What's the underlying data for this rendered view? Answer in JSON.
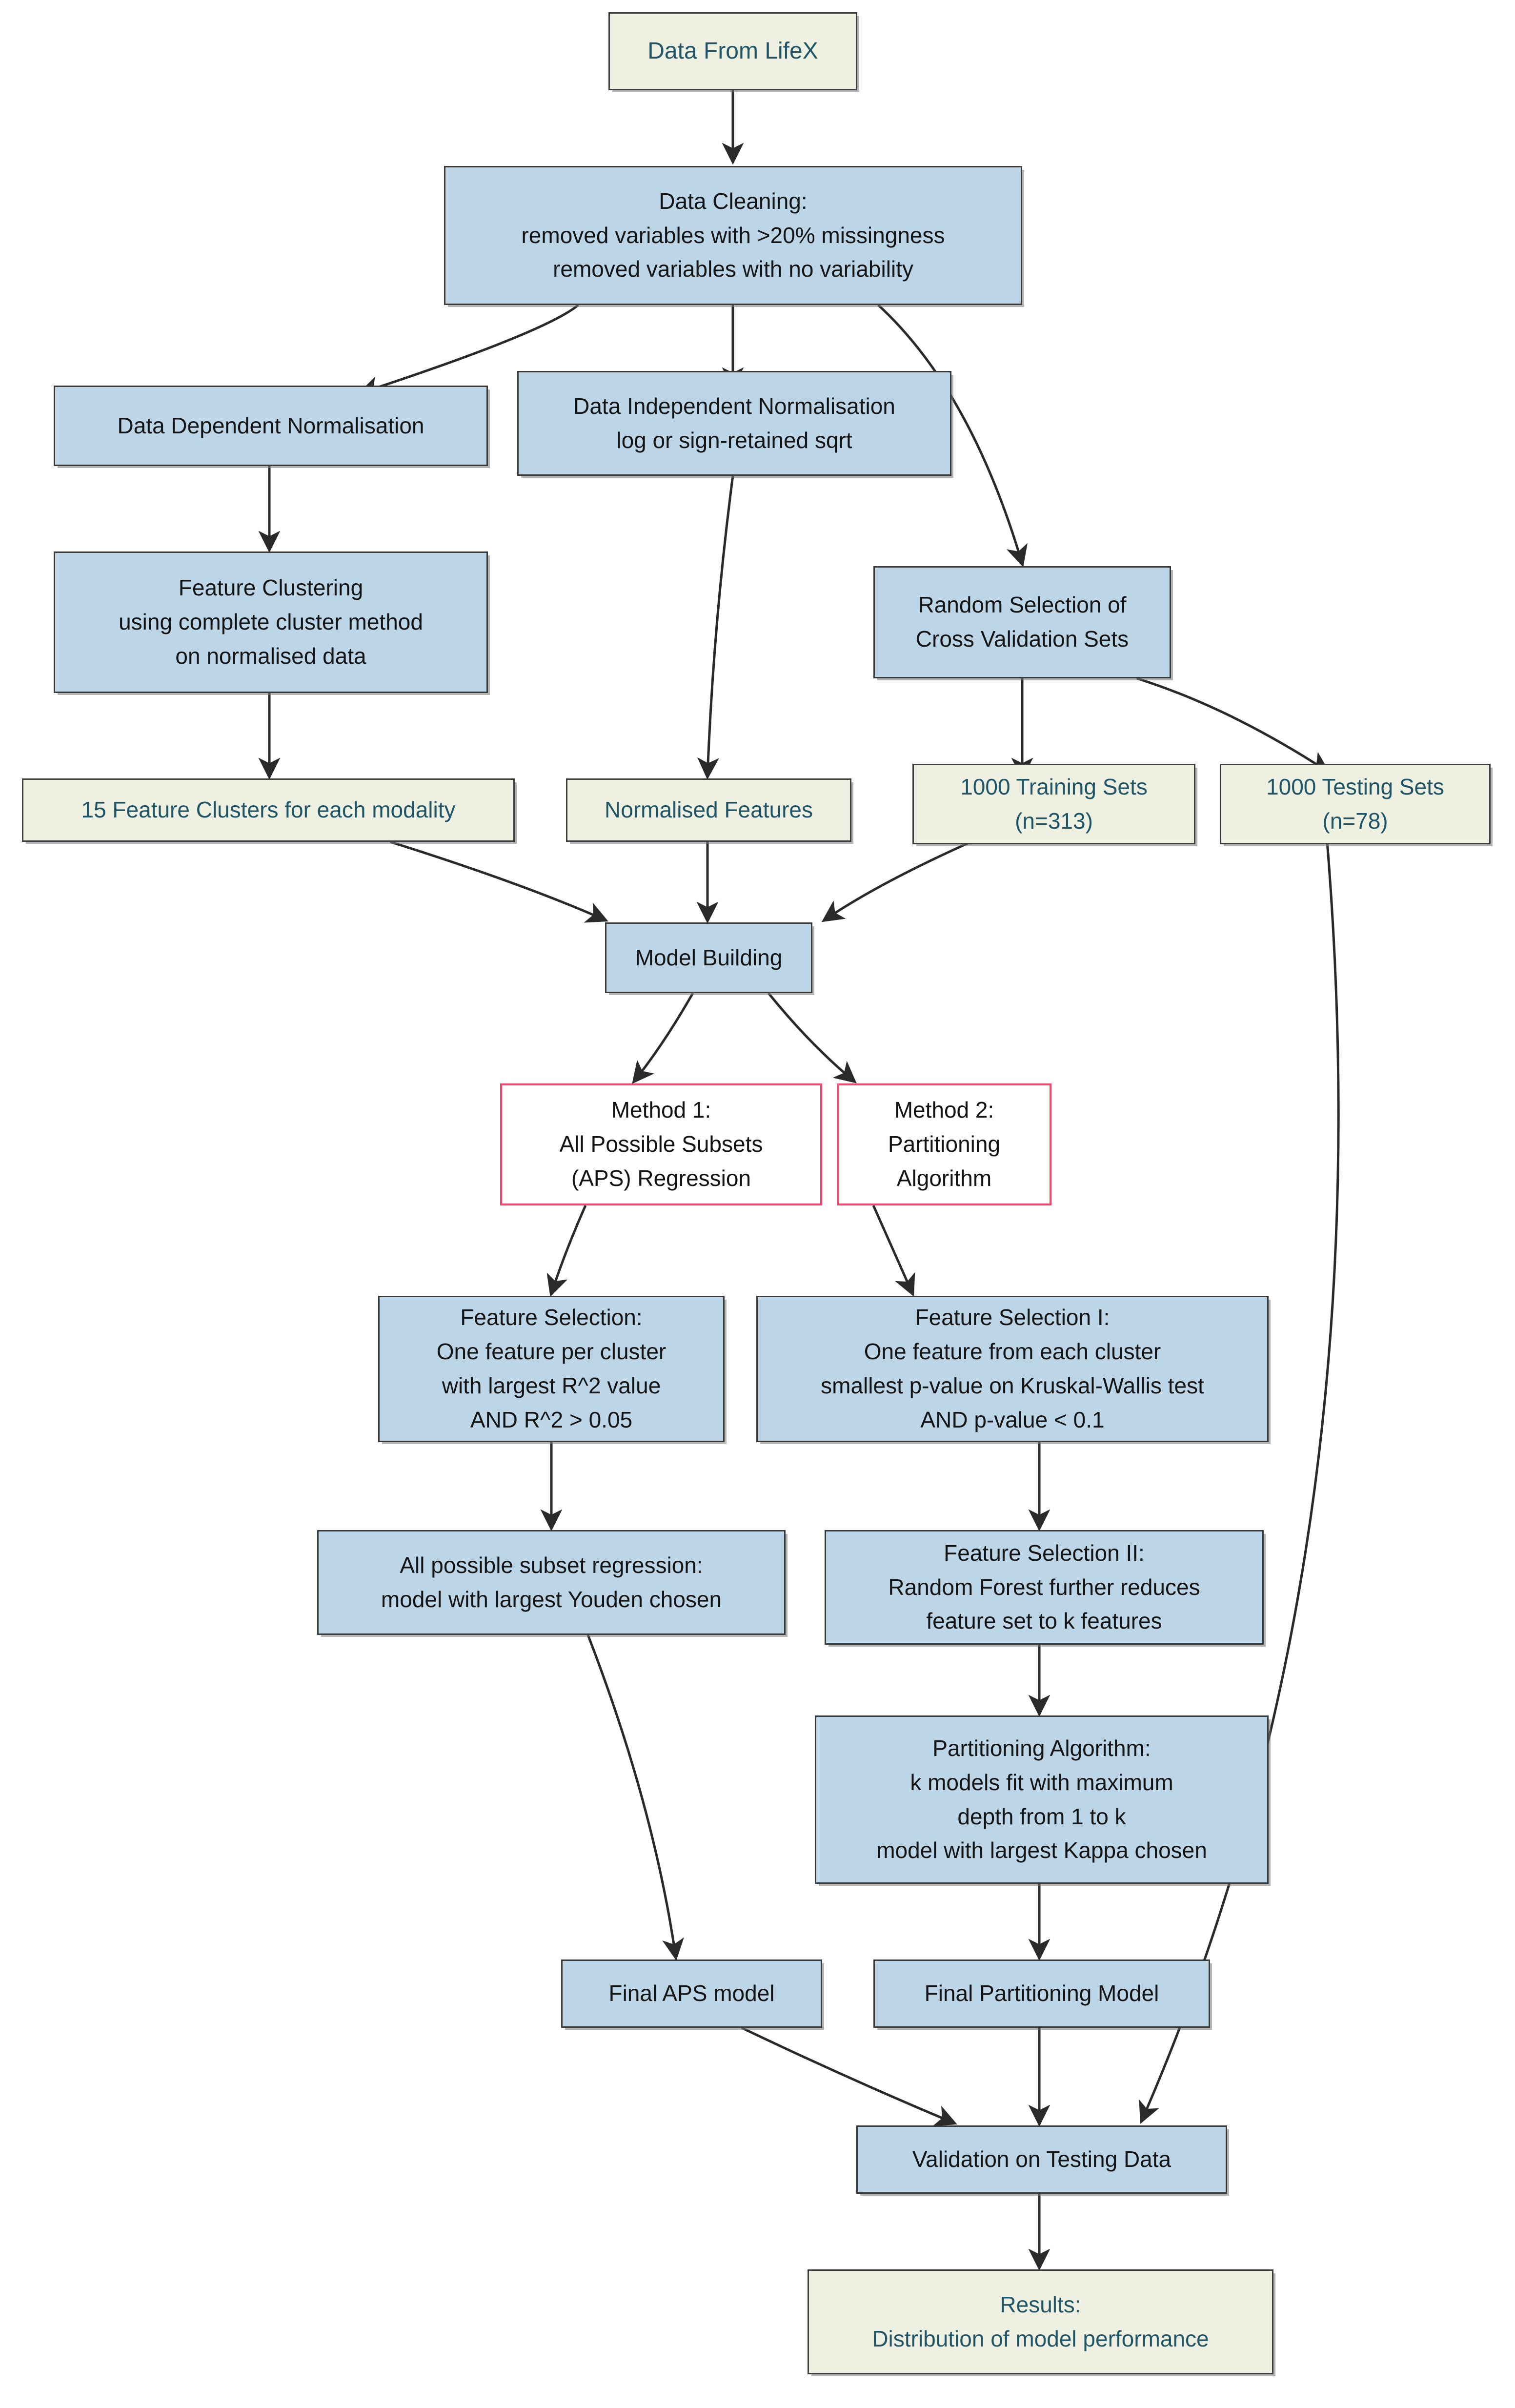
{
  "diagram": {
    "title": "Model building and validation workflow",
    "colors": {
      "terminal_fill": "#eef0e2",
      "process_fill": "#bcd6e8",
      "method_border": "#f7466e",
      "node_border": "#3a3a3a",
      "terminal_text": "#1f5566",
      "process_text": "#141414",
      "edge": "#2a2a2a",
      "background": "#ffffff"
    },
    "nodes": [
      {
        "id": "data_lifex",
        "type": "terminal",
        "lines": [
          "Data From LifeX"
        ]
      },
      {
        "id": "data_cleaning",
        "type": "process",
        "lines": [
          "Data Cleaning:",
          "removed variables with >20% missingness",
          "removed variables with no variability"
        ]
      },
      {
        "id": "dep_norm",
        "type": "process",
        "lines": [
          "Data Dependent Normalisation"
        ]
      },
      {
        "id": "indep_norm",
        "type": "process",
        "lines": [
          "Data Independent Normalisation",
          "log or sign-retained sqrt"
        ]
      },
      {
        "id": "feat_cluster",
        "type": "process",
        "lines": [
          "Feature Clustering",
          "using complete cluster method",
          "on normalised data"
        ]
      },
      {
        "id": "random_cv",
        "type": "process",
        "lines": [
          "Random Selection of",
          "Cross Validation Sets"
        ]
      },
      {
        "id": "clusters_15",
        "type": "terminal",
        "lines": [
          "15 Feature Clusters for each modality"
        ]
      },
      {
        "id": "norm_feats",
        "type": "terminal",
        "lines": [
          "Normalised Features"
        ]
      },
      {
        "id": "train_sets",
        "type": "terminal",
        "lines": [
          "1000 Training Sets",
          "(n=313)"
        ]
      },
      {
        "id": "test_sets",
        "type": "terminal",
        "lines": [
          "1000 Testing Sets",
          "(n=78)"
        ]
      },
      {
        "id": "model_build",
        "type": "process",
        "lines": [
          "Model Building"
        ]
      },
      {
        "id": "method1",
        "type": "method",
        "lines": [
          "Method 1:",
          "All Possible Subsets",
          "(APS) Regression"
        ]
      },
      {
        "id": "method2",
        "type": "method",
        "lines": [
          "Method 2:",
          "Partitioning",
          "Algorithm"
        ]
      },
      {
        "id": "fs_aps",
        "type": "process",
        "lines": [
          "Feature Selection:",
          "One feature per cluster",
          "with largest R^2 value",
          "AND R^2 > 0.05"
        ]
      },
      {
        "id": "fs_1",
        "type": "process",
        "lines": [
          "Feature Selection I:",
          "One feature from each cluster",
          "smallest p-value on Kruskal-Wallis test",
          "AND p-value < 0.1"
        ]
      },
      {
        "id": "aps_reg",
        "type": "process",
        "lines": [
          "All possible subset regression:",
          "model with largest Youden chosen"
        ]
      },
      {
        "id": "fs_2",
        "type": "process",
        "lines": [
          "Feature Selection II:",
          "Random Forest further reduces",
          "feature set to k features"
        ]
      },
      {
        "id": "part_algo",
        "type": "process",
        "lines": [
          "Partitioning Algorithm:",
          "k models fit with maximum",
          "depth from 1 to k",
          "model with largest Kappa chosen"
        ]
      },
      {
        "id": "final_aps",
        "type": "process",
        "lines": [
          "Final APS model"
        ]
      },
      {
        "id": "final_part",
        "type": "process",
        "lines": [
          "Final Partitioning Model"
        ]
      },
      {
        "id": "validation",
        "type": "process",
        "lines": [
          "Validation on Testing Data"
        ]
      },
      {
        "id": "results",
        "type": "terminal",
        "lines": [
          "Results:",
          "Distribution of model performance"
        ]
      }
    ],
    "edges": [
      {
        "from": "data_lifex",
        "to": "data_cleaning"
      },
      {
        "from": "data_cleaning",
        "to": "dep_norm"
      },
      {
        "from": "data_cleaning",
        "to": "indep_norm"
      },
      {
        "from": "data_cleaning",
        "to": "random_cv"
      },
      {
        "from": "dep_norm",
        "to": "feat_cluster"
      },
      {
        "from": "feat_cluster",
        "to": "clusters_15"
      },
      {
        "from": "indep_norm",
        "to": "norm_feats"
      },
      {
        "from": "random_cv",
        "to": "train_sets"
      },
      {
        "from": "random_cv",
        "to": "test_sets"
      },
      {
        "from": "clusters_15",
        "to": "model_build"
      },
      {
        "from": "norm_feats",
        "to": "model_build"
      },
      {
        "from": "train_sets",
        "to": "model_build"
      },
      {
        "from": "model_build",
        "to": "method1"
      },
      {
        "from": "model_build",
        "to": "method2"
      },
      {
        "from": "method1",
        "to": "fs_aps"
      },
      {
        "from": "method2",
        "to": "fs_1"
      },
      {
        "from": "fs_aps",
        "to": "aps_reg"
      },
      {
        "from": "fs_1",
        "to": "fs_2"
      },
      {
        "from": "fs_2",
        "to": "part_algo"
      },
      {
        "from": "aps_reg",
        "to": "final_aps"
      },
      {
        "from": "part_algo",
        "to": "final_part"
      },
      {
        "from": "final_aps",
        "to": "validation"
      },
      {
        "from": "final_part",
        "to": "validation"
      },
      {
        "from": "test_sets",
        "to": "validation"
      },
      {
        "from": "validation",
        "to": "results"
      }
    ]
  }
}
